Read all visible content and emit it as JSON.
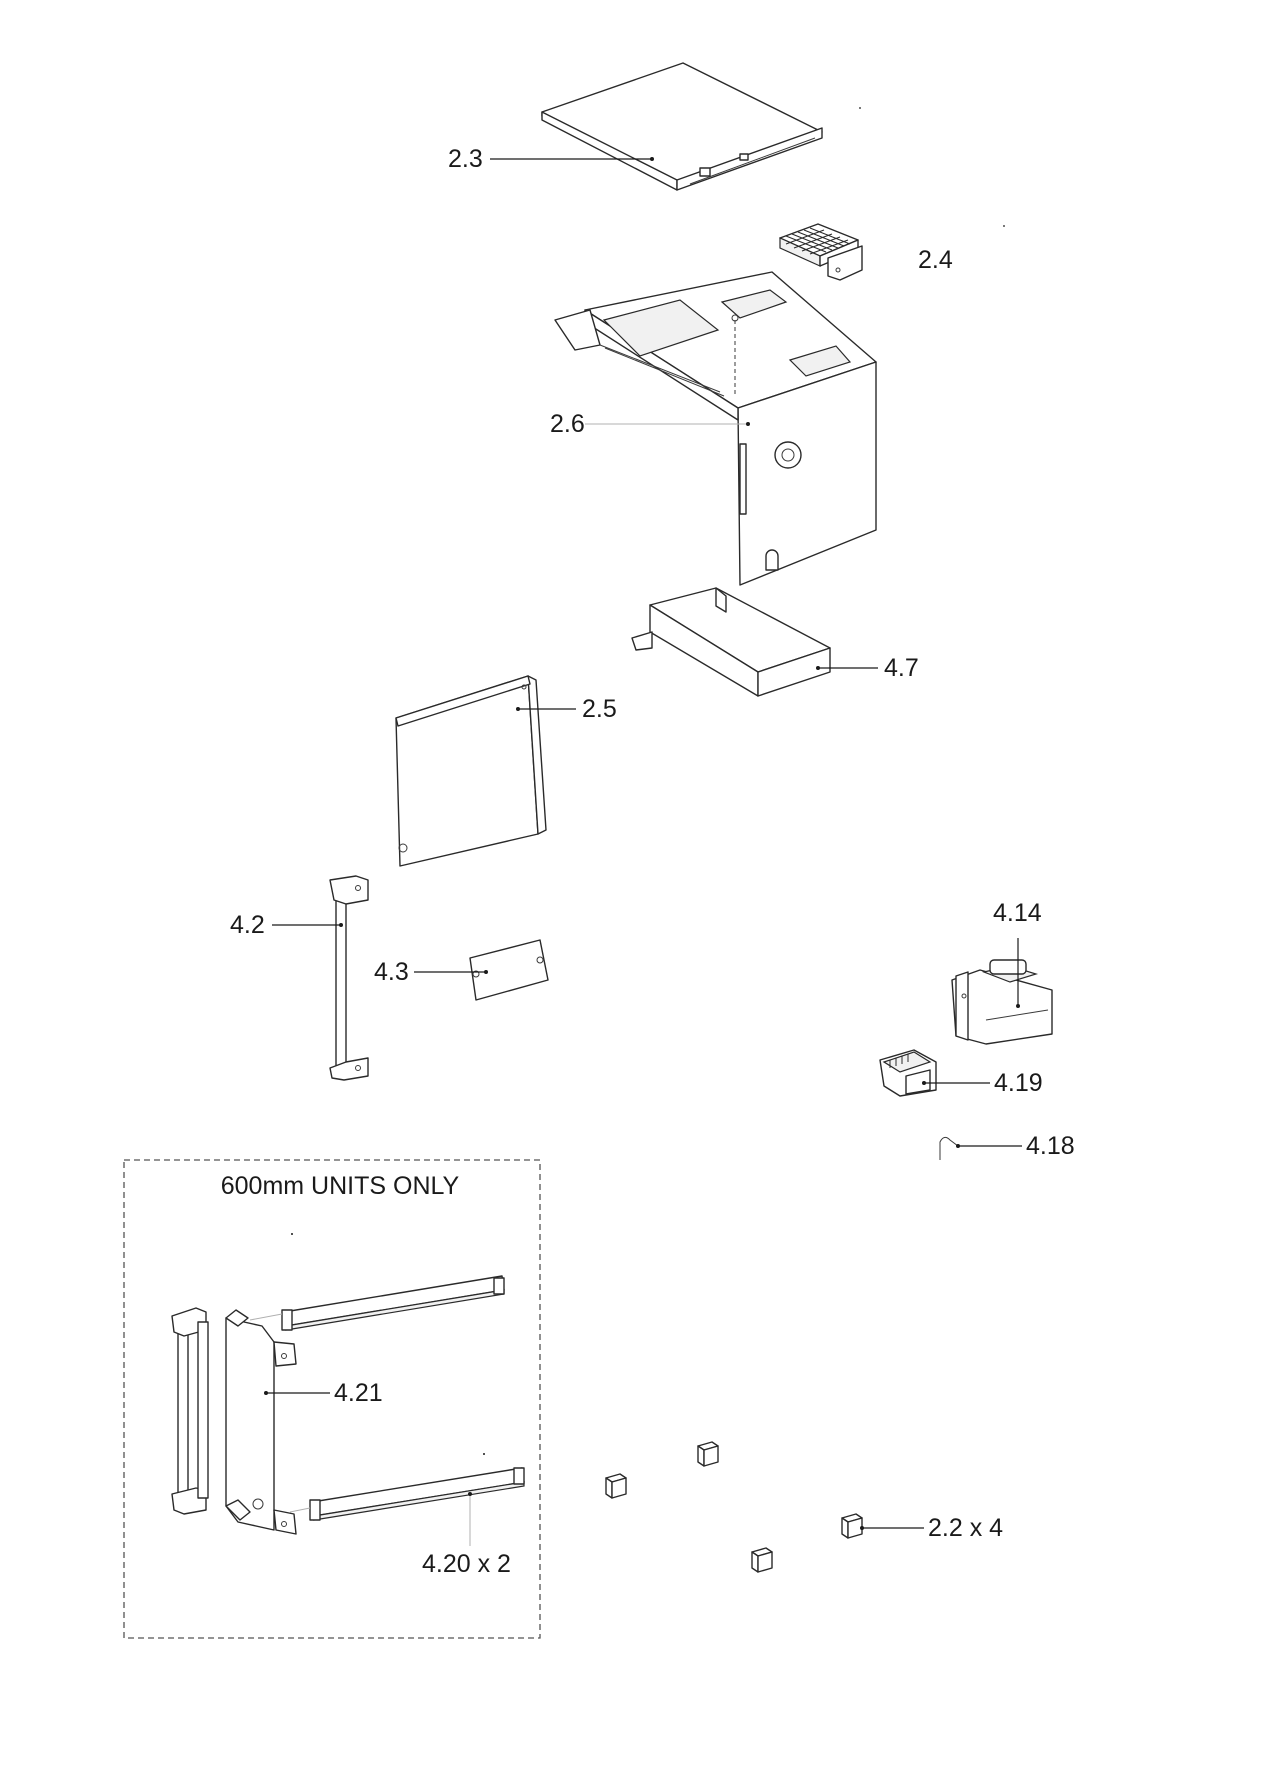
{
  "diagram": {
    "callouts": {
      "p2_3": "2.3",
      "p2_4": "2.4",
      "p2_6": "2.6",
      "p4_7": "4.7",
      "p2_5": "2.5",
      "p4_2": "4.2",
      "p4_3": "4.3",
      "p4_14": "4.14",
      "p4_19": "4.19",
      "p4_18": "4.18",
      "p4_21": "4.21",
      "p4_20": "4.20 x 2",
      "p2_2": "2.2 x 4"
    },
    "inset_title": "600mm UNITS ONLY"
  }
}
